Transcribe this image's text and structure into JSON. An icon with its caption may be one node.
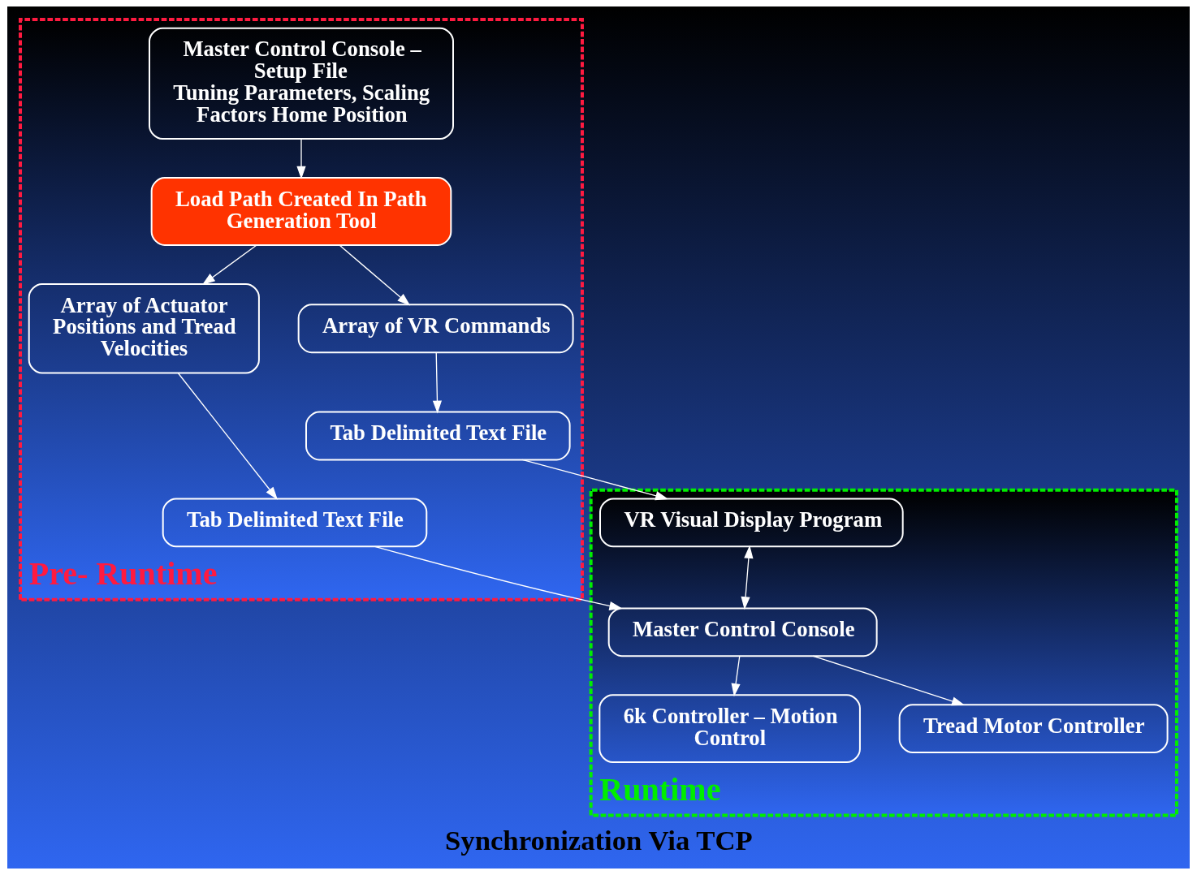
{
  "diagram": {
    "caption": "Synchronization Via TCP",
    "nodes": [
      {
        "text": [
          "Pre- Runtime"
        ]
      },
      {
        "text": [
          "Master Control Console – Setup File",
          "Tuning Parameters, Scaling Factors Home Position"
        ],
        "in": 0
      },
      {
        "text": [
          "Load Path Created In Path Generation Tool"
        ],
        "in": 0
      },
      {
        "text": [
          "Array of VR Commands"
        ],
        "in": 0
      },
      {
        "text": [
          "Array of Actuator Positions and Tread Velocities"
        ],
        "in": 0
      },
      {
        "text": [
          "Tab Delimited Text File"
        ],
        "in": 0
      },
      {
        "text": [
          "Tab Delimited Text File"
        ],
        "in": 0
      },
      {
        "text": [
          "Runtime"
        ]
      },
      {
        "text": [
          "VR Visual Display Program"
        ],
        "in": 7
      },
      {
        "text": [
          "6k Controller – Motion Control"
        ],
        "in": 7
      },
      {
        "text": [
          "Tread Motor Controller"
        ],
        "in": 7
      },
      {
        "text": [
          "Master Control Console"
        ],
        "in": 7
      }
    ],
    "edges": [
      {
        "from": 1,
        "to": 2,
        "arrow": "to"
      },
      {
        "from": 2,
        "to": 3,
        "arrow": "to"
      },
      {
        "from": 2,
        "to": 4,
        "arrow": "to"
      },
      {
        "from": 3,
        "to": 5,
        "arrow": "to"
      },
      {
        "from": 4,
        "to": 6,
        "arrow": "to"
      },
      {
        "from": 5,
        "to": 8,
        "arrow": "to"
      },
      {
        "from": 6,
        "to": 11,
        "arrow": "to"
      },
      {
        "from": 11,
        "to": 9,
        "arrow": "to"
      },
      {
        "from": 11,
        "to": 10,
        "arrow": "to"
      },
      {
        "from": 8,
        "to": 11,
        "arrow": "both"
      }
    ]
  }
}
